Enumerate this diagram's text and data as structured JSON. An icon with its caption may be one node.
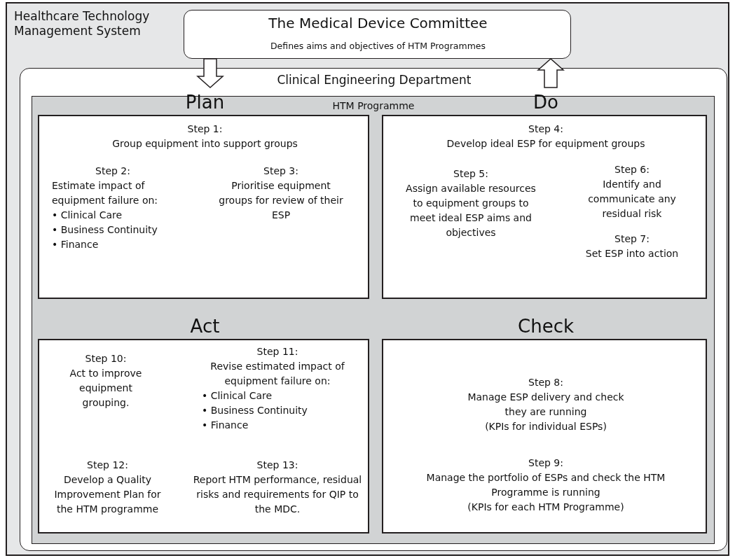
{
  "diagram": {
    "nodes": [
      {
        "text": [
          "Healthcare Technology Management System"
        ]
      },
      {
        "text": [
          "The Medical Device Committee",
          "Defines aims and objectives of HTM Programmes"
        ],
        "in": 0
      },
      {
        "text": [
          "Clinical Engineering Department"
        ],
        "in": 0
      },
      {
        "text": [
          "HTM Programme"
        ],
        "in": 2
      },
      {
        "text": [
          "Plan",
          "Step 1:",
          "Group equipment into support groups",
          "Step 2:",
          "Estimate impact of equipment failure on:",
          "• Clinical Care",
          "• Business Continuity",
          "• Finance",
          "Step 3:",
          "Prioritise equipment groups for review of their ESP"
        ],
        "in": 3
      },
      {
        "text": [
          "Do",
          "Step 4:",
          "Develop ideal ESP for equipment groups",
          "Step 5:",
          "Assign available resources to equipment groups to meet ideal ESP aims and objectives",
          "Step 6:",
          "Identify and communicate any residual risk",
          "Step 7:",
          "Set ESP into action"
        ],
        "in": 3
      },
      {
        "text": [
          "Act",
          "Step 10:",
          "Act to improve equipment grouping.",
          "Step 11:",
          "Revise estimated impact of equipment failure on:",
          "• Clinical Care",
          "• Business Continuity",
          "• Finance",
          "Step 12:",
          "Develop a Quality Improvement Plan for the HTM programme",
          "Step 13:",
          "Report HTM performance, residual risks and requirements for QIP to the MDC."
        ],
        "in": 3
      },
      {
        "text": [
          "Check",
          "Step 8:",
          "Manage ESP delivery and check they are running",
          "(KPIs for individual ESPs)",
          "Step 9:",
          "Manage the portfolio of ESPs and check the HTM Programme is running",
          "(KPIs for each HTM Programme)"
        ],
        "in": 3
      }
    ],
    "edges": [
      {
        "from": 1,
        "to": 2,
        "arrow": "to"
      },
      {
        "from": 2,
        "to": 1,
        "arrow": "to"
      }
    ]
  }
}
